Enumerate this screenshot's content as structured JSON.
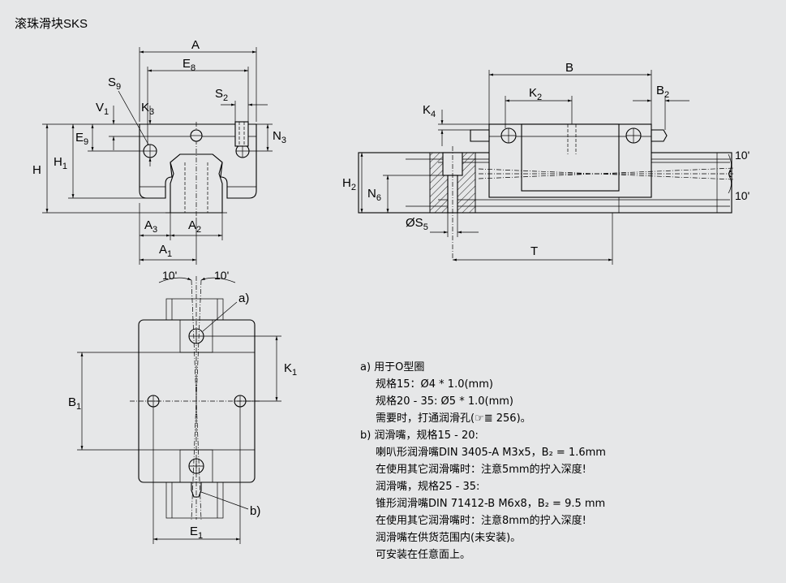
{
  "title": "滚珠滑块SKS",
  "dims": {
    "A": "A",
    "E": "E",
    "E_sub": "8",
    "S": "S",
    "S9": "9",
    "S2": "2",
    "K": "K",
    "K3": "3",
    "K4": "4",
    "K2": "2",
    "K1": "1",
    "V": "V",
    "V1": "1",
    "N": "N",
    "N3": "3",
    "N6": "6",
    "H": "H",
    "H1": "1",
    "H2": "2",
    "E9": "9",
    "A3": "3",
    "A2": "2",
    "A1": "1",
    "B": "B",
    "B2": "2",
    "B1": "1",
    "OS": "ØS",
    "S5": "5",
    "T": "T",
    "E1": "1",
    "angle": "10'"
  },
  "callouts": {
    "a": "a)",
    "b": "b)"
  },
  "notes": [
    "a)  用于O型圈",
    "规格15：Ø4 * 1.0(mm)",
    "规格20 - 35: Ø5 * 1.0(mm)",
    "需要时，打通润滑孔(☞≣ 256)。",
    "b)  润滑嘴，规格15 - 20:",
    "喇叭形润滑嘴DIN 3405-A M3x5，B₂ = 1.6mm",
    "在使用其它润滑嘴时：注意5mm的拧入深度!",
    "润滑嘴，规格25 - 35:",
    "锥形润滑嘴DIN 71412-B M6x8，B₂ = 9.5 mm",
    "在使用其它润滑嘴时：注意8mm的拧入深度!",
    "润滑嘴在供货范围内(未安装)。",
    "可安装在任意面上。"
  ]
}
